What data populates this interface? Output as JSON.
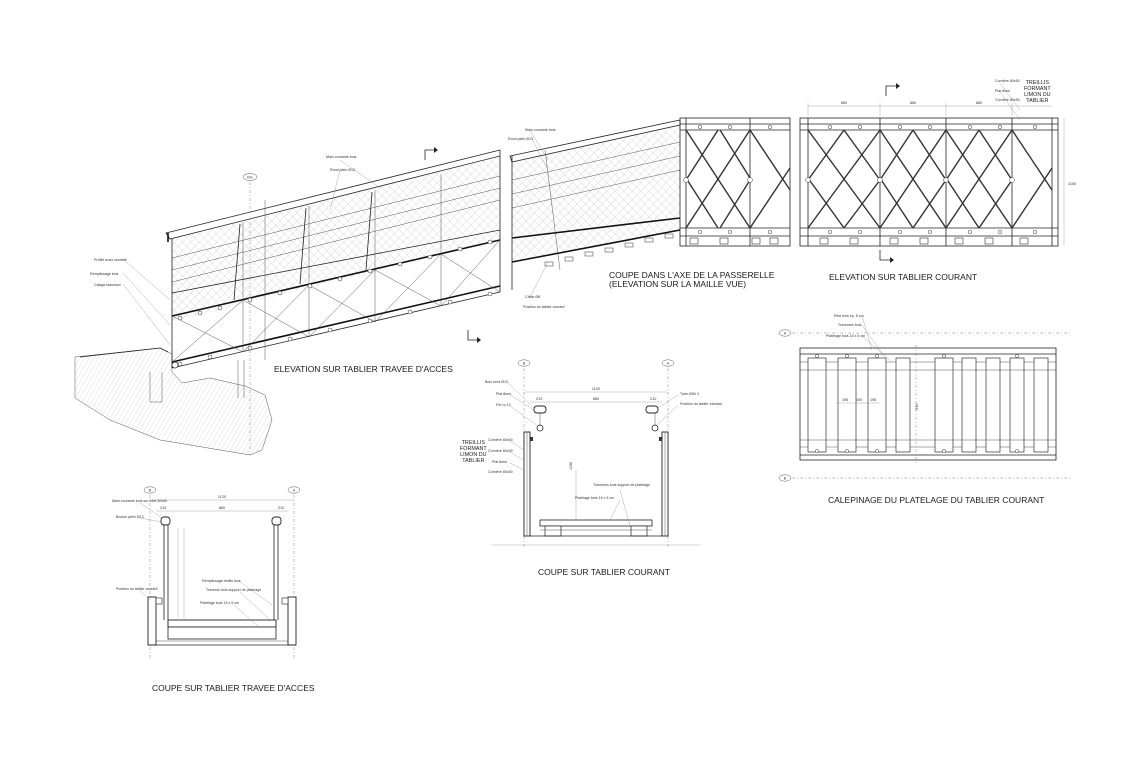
{
  "drawing": {
    "titles": {
      "elev_access": "ELEVATION SUR TABLIER TRAVEE D'ACCES",
      "section_axis_1": "COUPE DANS L'AXE DE LA PASSERELLE",
      "section_axis_2": "(ELEVATION SUR LA MAILLE VUE)",
      "elev_current": "ELEVATION SUR TABLIER COURANT",
      "decking_plan": "CALEPINAGE DU PLATELAGE DU TABLIER COURANT",
      "section_current": "COUPE SUR TABLIER COURANT",
      "section_access": "COUPE SUR TABLIER TRAVEE D'ACCES"
    },
    "truss_label": [
      "TREILLIS",
      "FORMANT",
      "LIMON DU",
      "TABLIER"
    ],
    "axis_markers": {
      "a": "A",
      "b": "B",
      "pile": "RG"
    },
    "dims": {
      "width_current": "1120",
      "width_access": "1120",
      "panel": "860",
      "side": "210",
      "height": "1150",
      "plan_a": "195",
      "plan_b": "190",
      "plan_c": "930"
    },
    "notes_current": {
      "left": [
        "Bois rond Ø13",
        "Plat 8mm",
        "Fer rp 10",
        "Cornière 80x50",
        "Cornière 80x50",
        "Plat 8mm",
        "Cornière 80x50"
      ],
      "right": [
        "Tube Ø60 4",
        "Position du tablier existant"
      ],
      "deck": [
        "Traverses bois support de platelage",
        "Platelage bois 15 x 5 cm"
      ]
    },
    "notes_access": {
      "left": [
        "Main courante bois sur tube 50x50",
        "Boulon plein Ø13",
        "Position du tablier courant"
      ],
      "deck": [
        "Remplissage treillis bois",
        "Traverse bois support de platelage",
        "Platelage bois 15 x 5 cm"
      ]
    },
    "notes_elev_access": [
      "Profilé acier cannelé",
      "Remplissage bois",
      "Calage tasseaux"
    ],
    "notes_elev_sec": [
      "Main courante bois",
      "Rond plein Ø13",
      "Câble Ø8",
      "Position du tablier courant"
    ],
    "notes_plan": [
      "Rive bois ép. 5 cm",
      "Traverses bois",
      "Platelage bois 15 x 5 cm"
    ]
  }
}
